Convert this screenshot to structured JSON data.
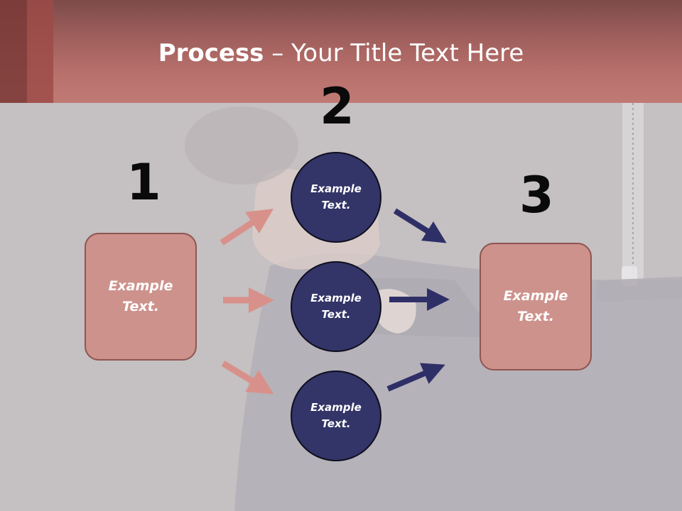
{
  "slide": {
    "title_bold": "Process",
    "title_rest": " – Your Title Text Here"
  },
  "steps": [
    {
      "number": "1",
      "label": "Example Text."
    },
    {
      "number": "2",
      "labels": [
        "Example Text.",
        "Example Text.",
        "Example Text."
      ]
    },
    {
      "number": "3",
      "label": "Example Text."
    }
  ],
  "colors": {
    "header": "#b8706c",
    "box_fill": "#cd928c",
    "circle_fill": "#333467",
    "pink_arrow": "#d8918a",
    "navy_arrow": "#2f2f68"
  }
}
